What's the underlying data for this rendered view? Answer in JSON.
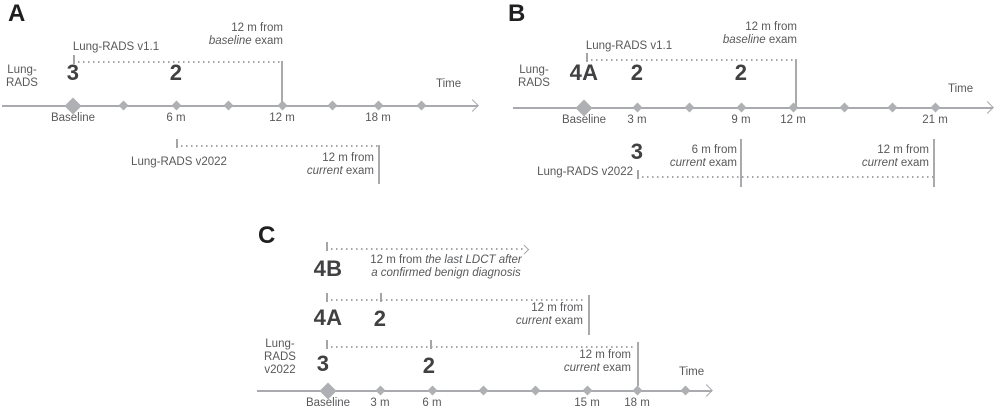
{
  "colors": {
    "axis_gray": "#a8aaad",
    "label_gray": "#58595b",
    "score_dark": "#414042",
    "panel_letter": "#1f1f21",
    "background": "#ffffff"
  },
  "a": {
    "letter": "A",
    "axis_title": {
      "line1": "Lung-",
      "line2": "RADS"
    },
    "time": "Time",
    "scores": {
      "baseline": "3",
      "m6": "2"
    },
    "v11": {
      "label": "Lung-RADS v1.1",
      "note_l1": "12 m from",
      "note_l2_italic": "baseline",
      "note_l2_rest": " exam"
    },
    "v2022": {
      "label": "Lung-RADS v2022",
      "note_l1": "12 m from",
      "note_l2_italic": "current",
      "note_l2_rest": " exam"
    },
    "ticks": [
      "Baseline",
      "6 m",
      "12 m",
      "18 m"
    ]
  },
  "b": {
    "letter": "B",
    "axis_title": {
      "line1": "Lung-",
      "line2": "RADS"
    },
    "time": "Time",
    "scores": {
      "baseline": "4A",
      "m3": "2",
      "m9": "2",
      "v2022_m3": "3"
    },
    "v11": {
      "label": "Lung-RADS v1.1",
      "note_l1": "12 m from",
      "note_l2_italic": "baseline",
      "note_l2_rest": " exam"
    },
    "v2022": {
      "label": "Lung-RADS v2022",
      "note6": {
        "l1": "6 m from",
        "l2_italic": "current",
        "l2_rest": " exam"
      },
      "note12": {
        "l1": "12 m from",
        "l2_italic": "current",
        "l2_rest": " exam"
      }
    },
    "ticks": [
      "Baseline",
      "3 m",
      "9 m",
      "12 m",
      "21 m"
    ]
  },
  "c": {
    "letter": "C",
    "axis_title": {
      "line1": "Lung-",
      "line2": "RADS",
      "line3": "v2022"
    },
    "time": "Time",
    "row4b": {
      "score": "4B",
      "note_l1_plain": "12 m from ",
      "note_l1_italic": "the last LDCT after",
      "note_l2_italic": "a confirmed benign diagnosis"
    },
    "row4a": {
      "score": "4A",
      "score2": "2",
      "note": {
        "l1": "12 m from",
        "l2_italic": "current",
        "l2_rest": " exam"
      }
    },
    "row3": {
      "score": "3",
      "score2": "2",
      "note": {
        "l1": "12 m from",
        "l2_italic": "current",
        "l2_rest": " exam"
      }
    },
    "ticks": [
      "Baseline",
      "3 m",
      "6 m",
      "15 m",
      "18 m"
    ]
  }
}
